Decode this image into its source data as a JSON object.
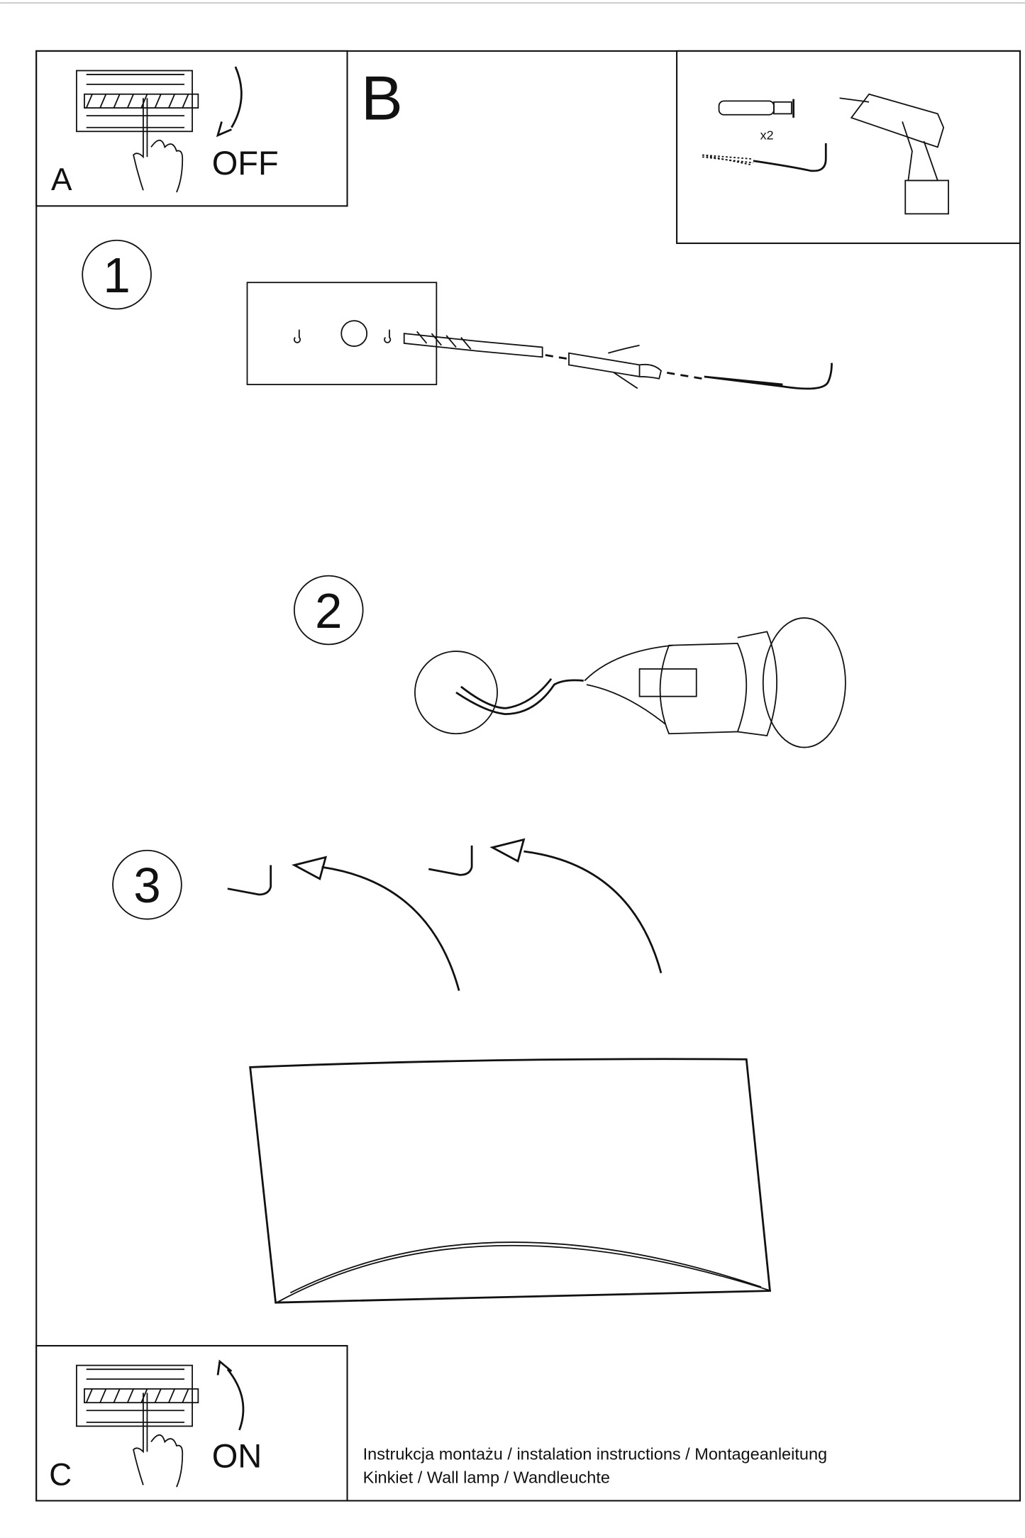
{
  "panels": {
    "a": {
      "letter": "A",
      "action": "OFF"
    },
    "b": {
      "letter": "B",
      "quantity": "x2"
    },
    "c": {
      "letter": "C",
      "action": "ON"
    }
  },
  "steps": [
    "1",
    "2",
    "3"
  ],
  "footer": {
    "line1": "Instrukcja montażu / instalation instructions / Montageanleitung",
    "line2": "Kinkiet / Wall lamp / Wandleuchte"
  }
}
